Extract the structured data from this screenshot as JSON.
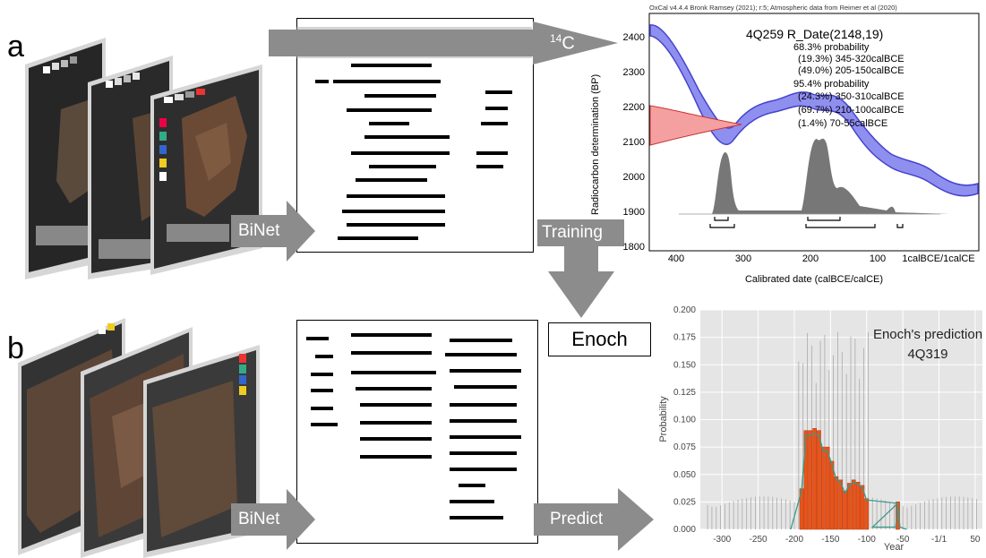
{
  "panel_a": {
    "letter": "a",
    "binet_label": "BiNet",
    "c14_mass": "14",
    "c14_elem": "C",
    "training_label": "Training"
  },
  "panel_b": {
    "letter": "b",
    "binet_label": "BiNet",
    "predict_label": "Predict",
    "enoch_label": "Enoch"
  },
  "oxcal": {
    "header": "OxCal v4.4.4 Bronk Ramsey (2021); r:5; Atmospheric data from Reimer et al (2020)",
    "sample": "4Q259 R_Date(2148,19)",
    "lines": [
      "68.3% probability",
      "(19.3%) 345-320calBCE",
      "(49.0%) 205-150calBCE",
      "95.4% probability",
      "(24.3%) 350-310calBCE",
      "(69.7%) 210-100calBCE",
      "(1.4%) 70-55calBCE"
    ],
    "ylabel": "Radiocarbon determination (BP)",
    "xlabel": "Calibrated date (calBCE/calCE)",
    "yticks": [
      "2400",
      "2300",
      "2200",
      "2100",
      "2000",
      "1900",
      "1800"
    ],
    "xticks": [
      "400",
      "300",
      "200",
      "100",
      "1calBCE/1calCE"
    ],
    "colors": {
      "curve": "#5555dd",
      "curve_fill": "#8f8ff0",
      "measurement": "#f08080",
      "posterior": "#777777"
    }
  },
  "chart_data": {
    "type": "bar",
    "title": "Enoch's prediction",
    "subtitle": "4Q319",
    "xlabel": "Year",
    "ylabel": "Probability",
    "xlim": [
      -330,
      60
    ],
    "ylim": [
      0,
      0.2
    ],
    "xticks": [
      "-300",
      "-250",
      "-200",
      "-150",
      "-100",
      "-50",
      "-1/1",
      "50"
    ],
    "yticks": [
      "0.000",
      "0.025",
      "0.050",
      "0.075",
      "0.100",
      "0.125",
      "0.150",
      "0.175",
      "0.200"
    ],
    "grid": true,
    "colors": {
      "bar": "#e8541c",
      "density": "#3a9a8a",
      "whisker": "#aaaaaa",
      "background": "#e5e5e5"
    },
    "x": [
      -190,
      -184,
      -178,
      -172,
      -166,
      -160,
      -154,
      -148,
      -142,
      -136,
      -130,
      -124,
      -118,
      -112,
      -106,
      -100,
      -57
    ],
    "values": [
      0.037,
      0.09,
      0.09,
      0.092,
      0.09,
      0.075,
      0.075,
      0.062,
      0.048,
      0.045,
      0.035,
      0.042,
      0.045,
      0.043,
      0.04,
      0.028,
      0.025
    ]
  }
}
